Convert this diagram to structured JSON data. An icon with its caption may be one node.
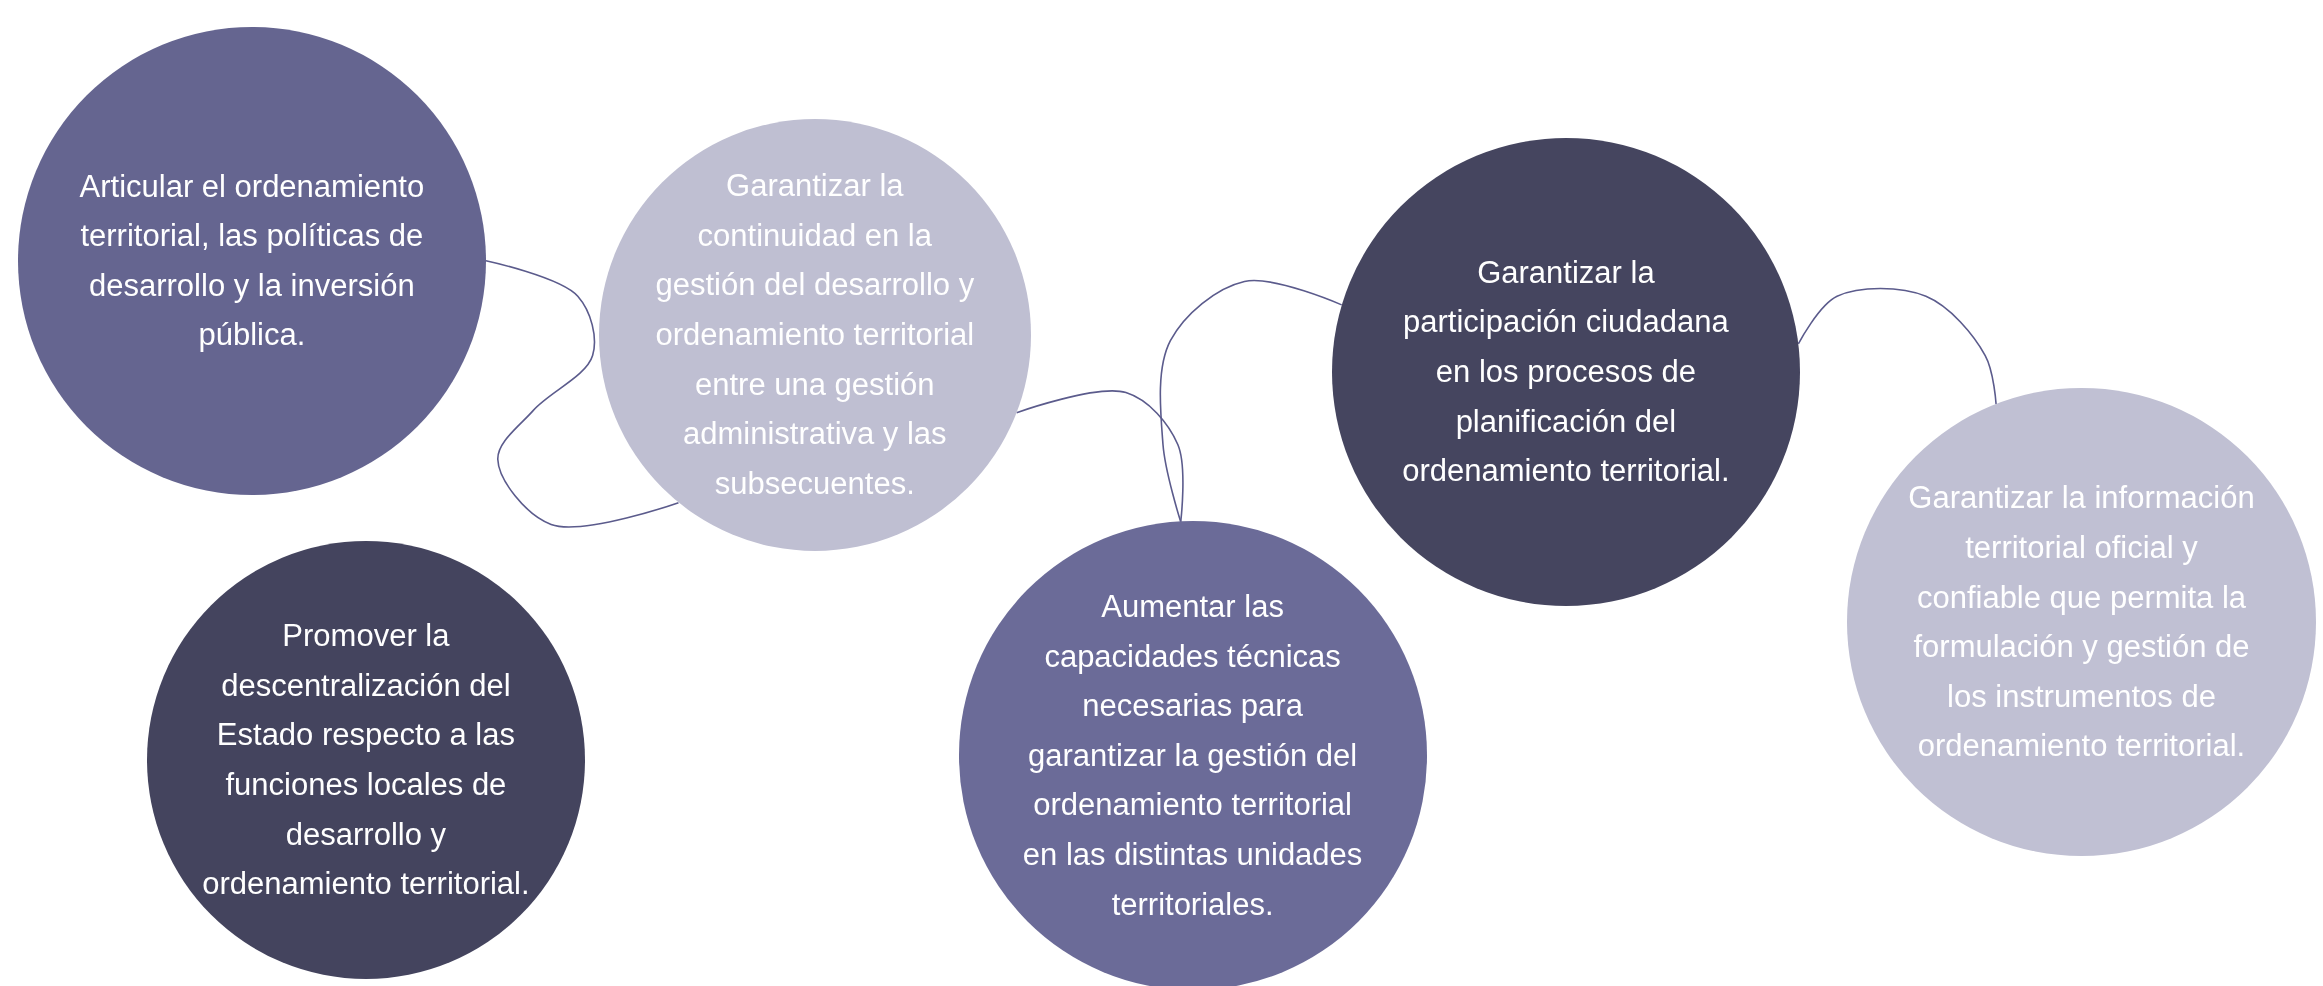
{
  "diagram": {
    "nodes": [
      {
        "text": [
          "Articular el ordenamiento territorial, las políticas de desarrollo y la inversión pública."
        ]
      },
      {
        "text": [
          "Garantizar la continuidad en la gestión del desarrollo y ordenamiento territorial entre una gestión administrativa y las subsecuentes."
        ]
      },
      {
        "text": [
          "Promover la descentralización del Estado respecto a las funciones locales de desarrollo y ordenamiento territorial."
        ]
      },
      {
        "text": [
          "Aumentar las capacidades técnicas necesarias para garantizar la gestión del ordenamiento territorial en las distintas unidades territoriales."
        ]
      },
      {
        "text": [
          "Garantizar la participación ciudadana en los procesos de planificación del ordenamiento territorial."
        ]
      },
      {
        "text": [
          "Garantizar la información territorial oficial y confiable que permita la formulación y gestión de los instrumentos de ordenamiento territorial."
        ]
      }
    ],
    "edges": [
      {
        "from": 0,
        "to": 1,
        "arrow": "none"
      },
      {
        "from": 1,
        "to": 3,
        "arrow": "none"
      },
      {
        "from": 3,
        "to": 4,
        "arrow": "none"
      },
      {
        "from": 4,
        "to": 5,
        "arrow": "none"
      }
    ]
  }
}
